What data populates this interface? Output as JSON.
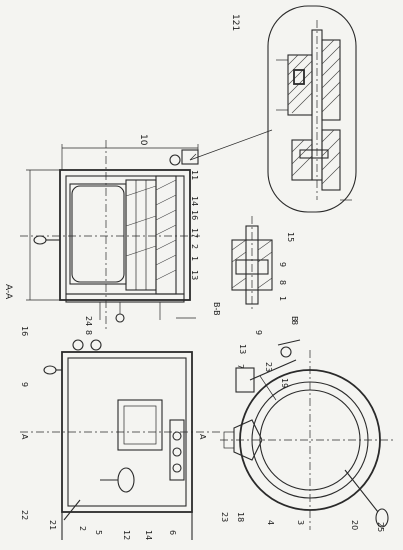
{
  "labels": {
    "l_121": "121",
    "l_10": "10",
    "l_11_top": "11",
    "l_14_top": "14",
    "l_16_top": "16",
    "l_17": "17",
    "l_2_mid": "2",
    "l_1_mid": "1",
    "l_13_mid": "13",
    "l_24": "24",
    "l_8_mid": "8",
    "l_16_left": "16",
    "l_9_left": "9",
    "l_22": "22",
    "l_21": "21",
    "l_2_bottom": "2",
    "l_5": "5",
    "l_12": "12",
    "l_14_bottom": "14",
    "l_6": "6",
    "l_23_bottom": "23",
    "l_18": "18",
    "l_4": "4",
    "l_3": "3",
    "l_20": "20",
    "l_25": "25",
    "l_8_right": "8",
    "l_9_right": "9",
    "l_13_right": "13",
    "l_7": "7",
    "l_23_right": "23",
    "l_19": "19",
    "l_15": "15",
    "l_9_detail": "9",
    "l_8_detail": "8",
    "l_1_detail": "1",
    "l_A_left": "A",
    "l_A_mid": "A",
    "l_section_AA": "A-A",
    "l_section_BB": "B-B",
    "l_B": "B"
  }
}
